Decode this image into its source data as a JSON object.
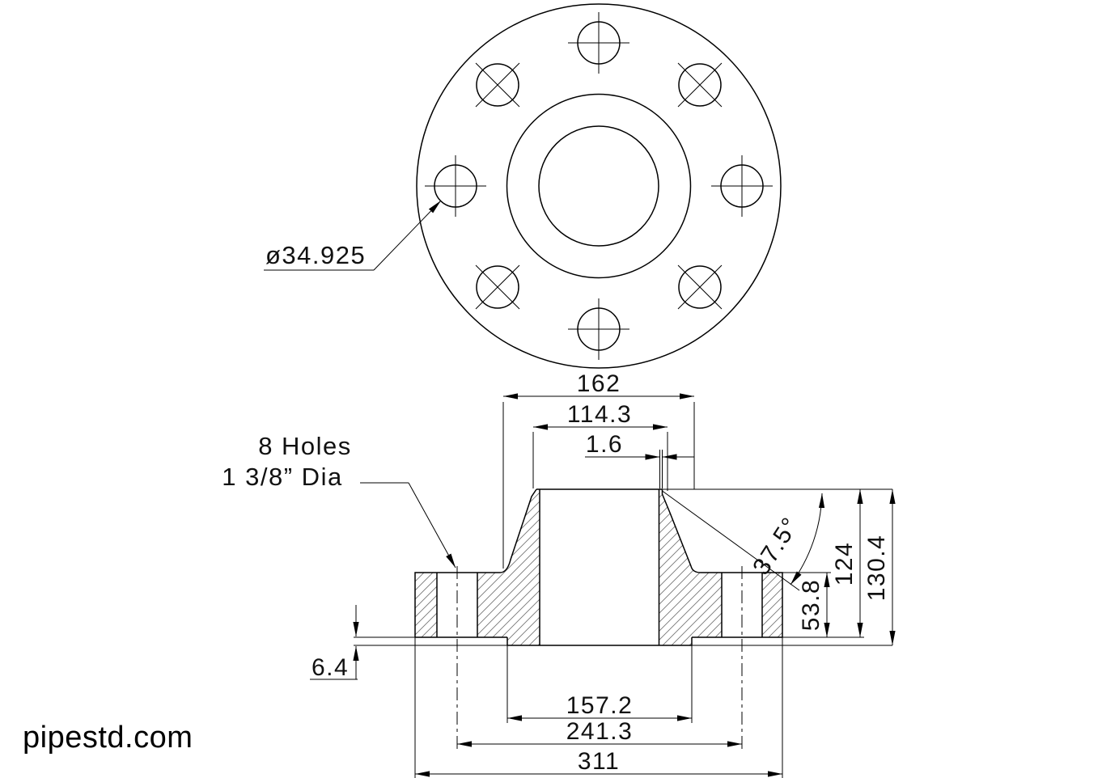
{
  "watermark": "pipestd.com",
  "top_view": {
    "hole_callout": "ø34.925"
  },
  "section": {
    "note_line1": "8 Holes",
    "note_line2": "1 3/8” Dia",
    "dims": {
      "hub_diameter": "162",
      "neck_pipe_od": "114.3",
      "root_face": "1.6",
      "bevel_angle": "37.5°",
      "hub_length": "124",
      "overall_length": "130.4",
      "flange_thickness": "53.8",
      "raised_face_height": "6.4",
      "raised_face_diameter": "157.2",
      "bolt_circle_diameter": "241.3",
      "flange_od": "311"
    }
  },
  "colors": {
    "line": "#000000",
    "hatch": "#777777",
    "background": "#ffffff",
    "text": "#111111"
  }
}
